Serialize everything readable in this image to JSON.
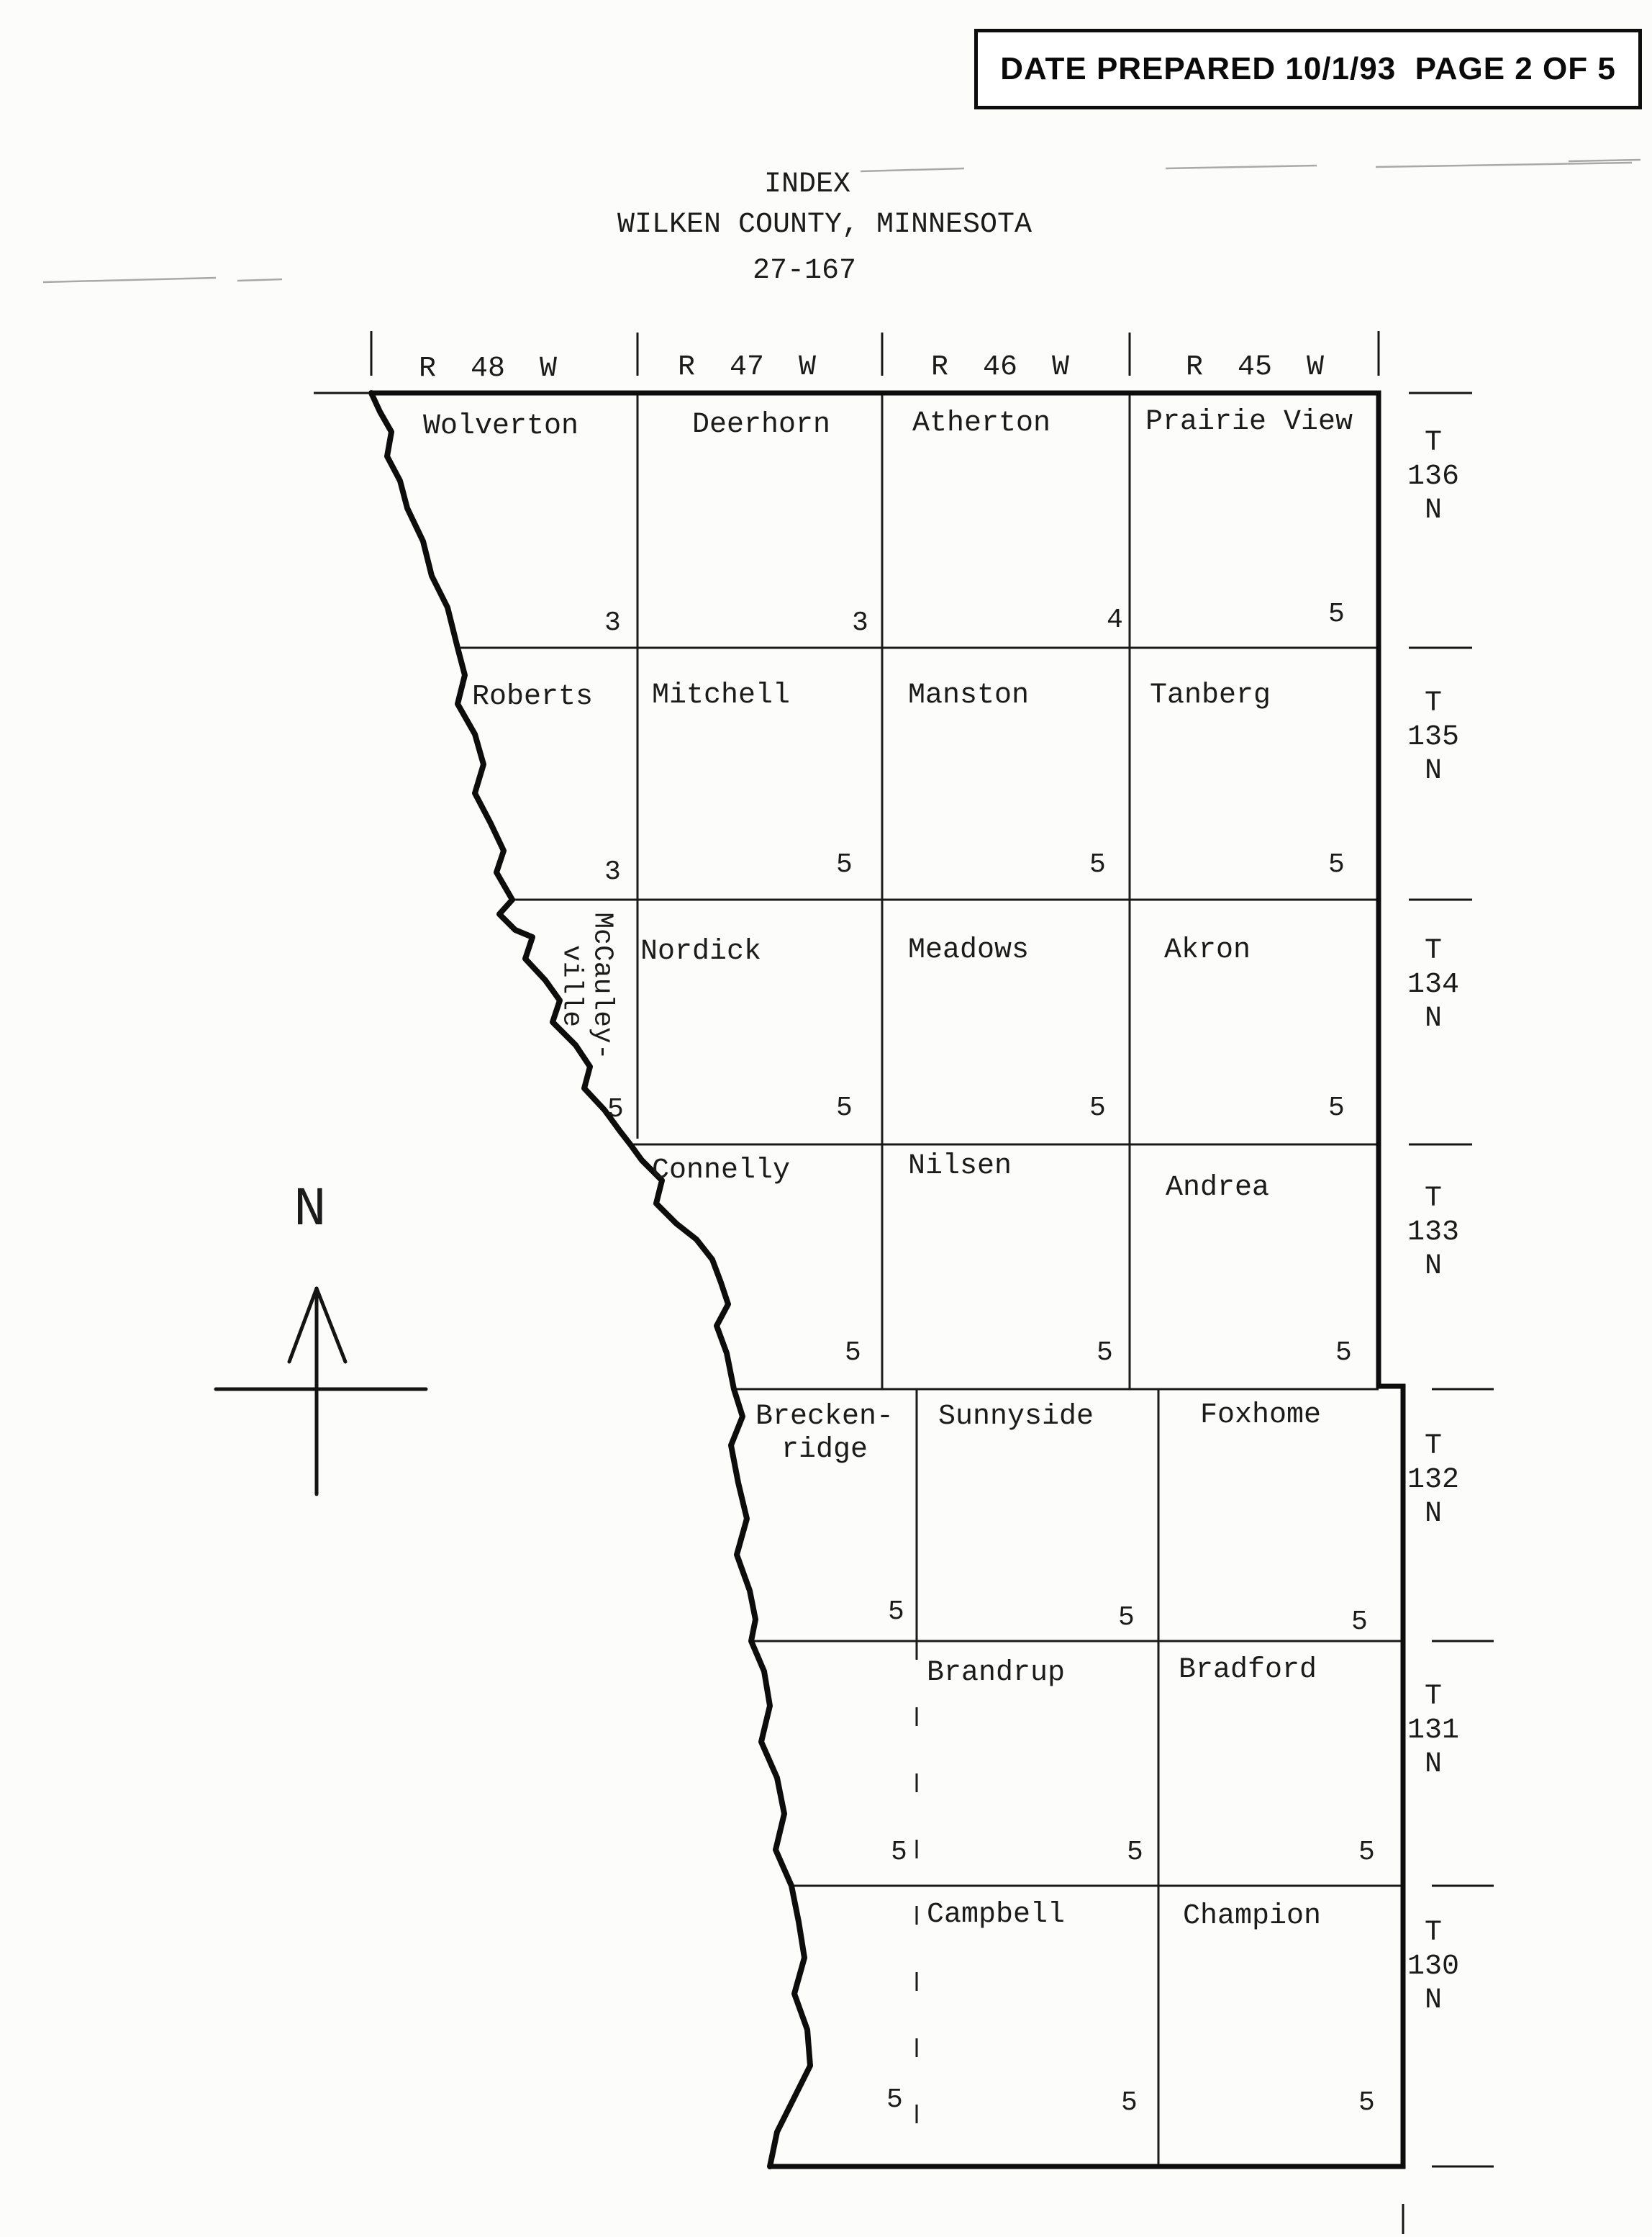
{
  "header": {
    "date_line": "DATE PREPARED 10/1/93  PAGE 2 OF 5"
  },
  "titles": {
    "index": "INDEX",
    "county": "WILKEN COUNTY, MINNESOTA",
    "code": "27-167"
  },
  "compass": {
    "label": "N"
  },
  "map": {
    "ranges": [
      "R  48  W",
      "R  47  W",
      "R  46  W",
      "R  45  W"
    ],
    "rows": [
      {
        "township_label": "T\n136\nN",
        "cells": [
          {
            "name": "Wolverton",
            "page": "3"
          },
          {
            "name": "Deerhorn",
            "page": "3"
          },
          {
            "name": "Atherton",
            "page": "4"
          },
          {
            "name": "Prairie View",
            "page": "5"
          }
        ]
      },
      {
        "township_label": "T\n135\nN",
        "cells": [
          {
            "name": "Roberts",
            "page": "3"
          },
          {
            "name": "Mitchell",
            "page": "5"
          },
          {
            "name": "Manston",
            "page": "5"
          },
          {
            "name": "Tanberg",
            "page": "5"
          }
        ]
      },
      {
        "township_label": "T\n134\nN",
        "cells": [
          {
            "name": "McCauley-\nville",
            "page": "5"
          },
          {
            "name": "Nordick",
            "page": "5"
          },
          {
            "name": "Meadows",
            "page": "5"
          },
          {
            "name": "Akron",
            "page": "5"
          }
        ]
      },
      {
        "township_label": "T\n133\nN",
        "cells": [
          {
            "name": "Connelly",
            "page": "5"
          },
          {
            "name": "Nilsen",
            "page": "5"
          },
          {
            "name": "Andrea",
            "page": "5"
          }
        ]
      },
      {
        "township_label": "T\n132\nN",
        "cells": [
          {
            "name": "Brecken-\nridge",
            "page": "5"
          },
          {
            "name": "Sunnyside",
            "page": "5"
          },
          {
            "name": "Foxhome",
            "page": "5"
          }
        ]
      },
      {
        "township_label": "T\n131\nN",
        "cells": [
          {
            "name": "",
            "page": "5"
          },
          {
            "name": "Brandrup",
            "page": "5"
          },
          {
            "name": "Bradford",
            "page": "5"
          }
        ]
      },
      {
        "township_label": "T\n130\nN",
        "cells": [
          {
            "name": "",
            "page": "5"
          },
          {
            "name": "Campbell",
            "page": "5"
          },
          {
            "name": "Champion",
            "page": "5"
          }
        ]
      }
    ]
  }
}
